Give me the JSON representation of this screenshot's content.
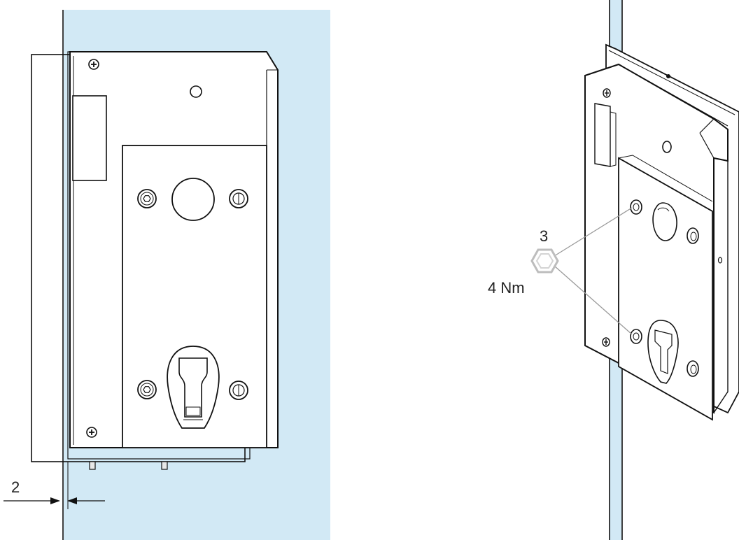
{
  "colors": {
    "glass": "#d2e9f5",
    "line": "#111111",
    "tool_gray": "#bdbdbd"
  },
  "left_view": {
    "gap_dimension": "2"
  },
  "right_view": {
    "hex_key_size": "3",
    "torque": "4 Nm"
  },
  "icons": [
    "hex-key-icon",
    "phillips-screw-icon",
    "hex-socket-screw-icon",
    "dimension-arrow-icon"
  ]
}
